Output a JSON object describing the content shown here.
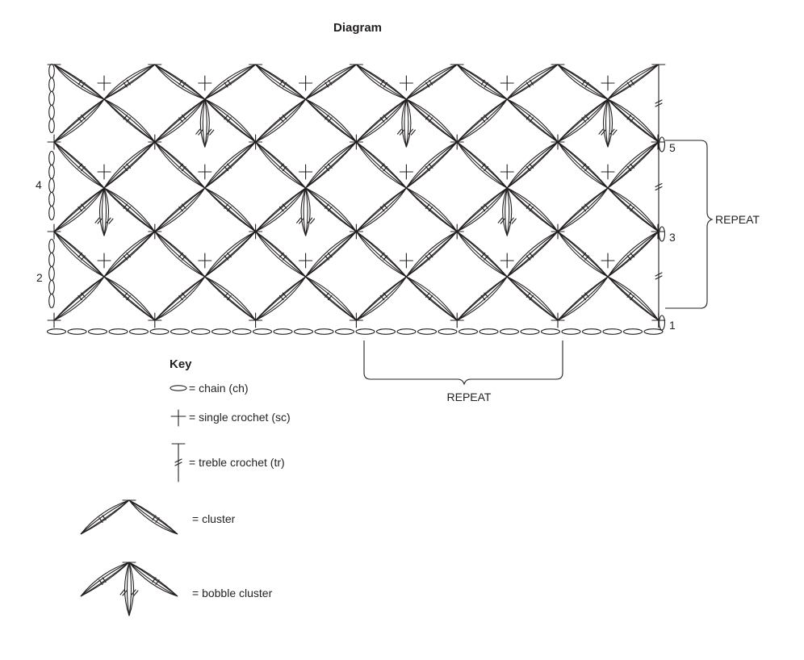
{
  "title": "Diagram",
  "row_labels": [
    "1",
    "2",
    "3",
    "4",
    "5"
  ],
  "repeat_labels": {
    "horizontal": "REPEAT",
    "vertical": "REPEAT"
  },
  "key": {
    "heading": "Key",
    "items": [
      {
        "symbol": "chain-icon",
        "label": "= chain (ch)"
      },
      {
        "symbol": "single-crochet-icon",
        "label": "= single crochet (sc)"
      },
      {
        "symbol": "treble-crochet-icon",
        "label": "= treble crochet (tr)"
      },
      {
        "symbol": "cluster-icon",
        "label": "= cluster"
      },
      {
        "symbol": "bobble-cluster-icon",
        "label": "=  bobble cluster"
      }
    ]
  },
  "colors": {
    "ink": "#231f20",
    "background": "#ffffff"
  }
}
